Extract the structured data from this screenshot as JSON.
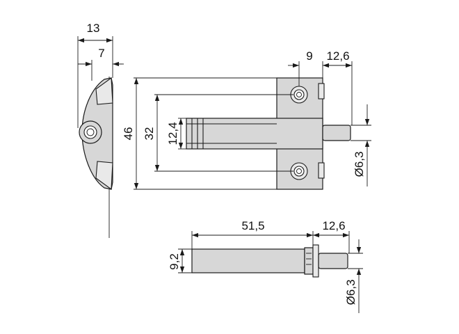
{
  "drawing": {
    "side_view": {
      "dim_width_total": "13",
      "dim_width_inner": "7"
    },
    "front_view": {
      "dim_hole_offset": "9",
      "dim_pin_protrusion": "12,6",
      "dim_height_total": "46",
      "dim_hole_spacing": "32",
      "dim_plunger_body": "12,4",
      "dim_pin_diameter": "Ø6,3"
    },
    "plunger_view": {
      "dim_body_length": "51,5",
      "dim_pin_length": "12,6",
      "dim_body_diameter": "9,2",
      "dim_pin_diameter": "Ø6,3"
    }
  }
}
